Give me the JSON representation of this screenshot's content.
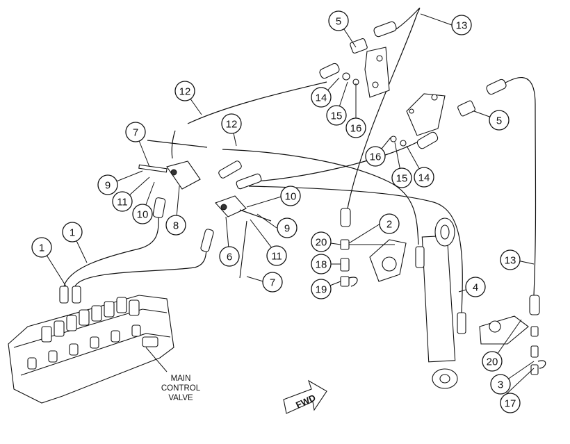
{
  "main_valve_label": [
    "MAIN",
    "CONTROL",
    "VALVE"
  ],
  "fwd_label": "FWD",
  "callouts": [
    {
      "id": "c1a",
      "num": "1"
    },
    {
      "id": "c1b",
      "num": "1"
    },
    {
      "id": "c2",
      "num": "2"
    },
    {
      "id": "c3",
      "num": "3"
    },
    {
      "id": "c4",
      "num": "4"
    },
    {
      "id": "c5a",
      "num": "5"
    },
    {
      "id": "c5b",
      "num": "5"
    },
    {
      "id": "c6",
      "num": "6"
    },
    {
      "id": "c7a",
      "num": "7"
    },
    {
      "id": "c7b",
      "num": "7"
    },
    {
      "id": "c8",
      "num": "8"
    },
    {
      "id": "c9a",
      "num": "9"
    },
    {
      "id": "c9b",
      "num": "9"
    },
    {
      "id": "c10a",
      "num": "10"
    },
    {
      "id": "c10b",
      "num": "10"
    },
    {
      "id": "c11a",
      "num": "11"
    },
    {
      "id": "c11b",
      "num": "11"
    },
    {
      "id": "c12a",
      "num": "12"
    },
    {
      "id": "c12b",
      "num": "12"
    },
    {
      "id": "c13a",
      "num": "13"
    },
    {
      "id": "c13b",
      "num": "13"
    },
    {
      "id": "c14a",
      "num": "14"
    },
    {
      "id": "c14b",
      "num": "14"
    },
    {
      "id": "c15a",
      "num": "15"
    },
    {
      "id": "c15b",
      "num": "15"
    },
    {
      "id": "c16a",
      "num": "16"
    },
    {
      "id": "c16b",
      "num": "16"
    },
    {
      "id": "c17",
      "num": "17"
    },
    {
      "id": "c18",
      "num": "18"
    },
    {
      "id": "c19",
      "num": "19"
    },
    {
      "id": "c20a",
      "num": "20"
    },
    {
      "id": "c20b",
      "num": "20"
    }
  ]
}
